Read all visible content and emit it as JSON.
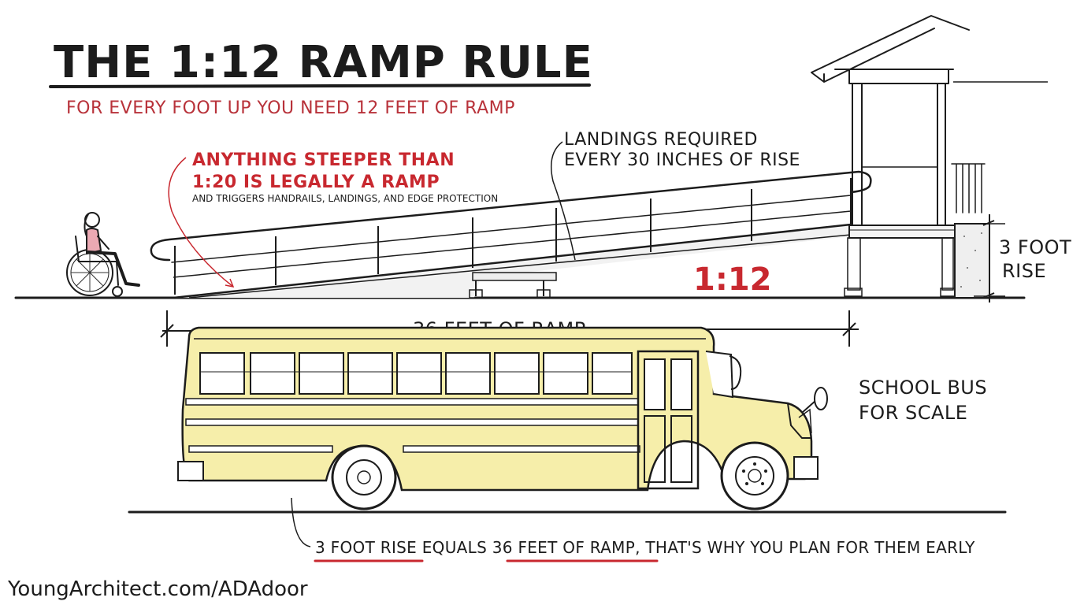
{
  "title": "THE 1:12 RAMP RULE",
  "subtitle": "FOR EVERY FOOT UP YOU NEED 12 FEET OF RAMP",
  "steeper_note": {
    "line1": "ANYTHING STEEPER THAN",
    "line2": "1:20 IS LEGALLY A RAMP",
    "detail": "AND TRIGGERS HANDRAILS, LANDINGS, AND EDGE PROTECTION"
  },
  "landings_note": {
    "line1": "LANDINGS REQUIRED",
    "line2": "EVERY 30 INCHES OF RISE"
  },
  "ratio_label": "1:12",
  "rise_label": {
    "line1": "3 FOOT",
    "line2": "RISE"
  },
  "ramp_length_label": "36 FEET OF RAMP",
  "bus_label": {
    "line1": "SCHOOL BUS",
    "line2": "FOR SCALE"
  },
  "bottom_note": {
    "part1": "3 FOOT RISE",
    "part2": " EQUALS ",
    "part3": "36 FEET OF RAMP",
    "part4": ", THAT'S WHY YOU PLAN FOR THEM EARLY"
  },
  "website": "YoungArchitect.com/ADAdoor",
  "colors": {
    "accent_red": "#c8282f",
    "ink": "#1c1c1c",
    "bus_yellow": "#f6eeaa"
  }
}
